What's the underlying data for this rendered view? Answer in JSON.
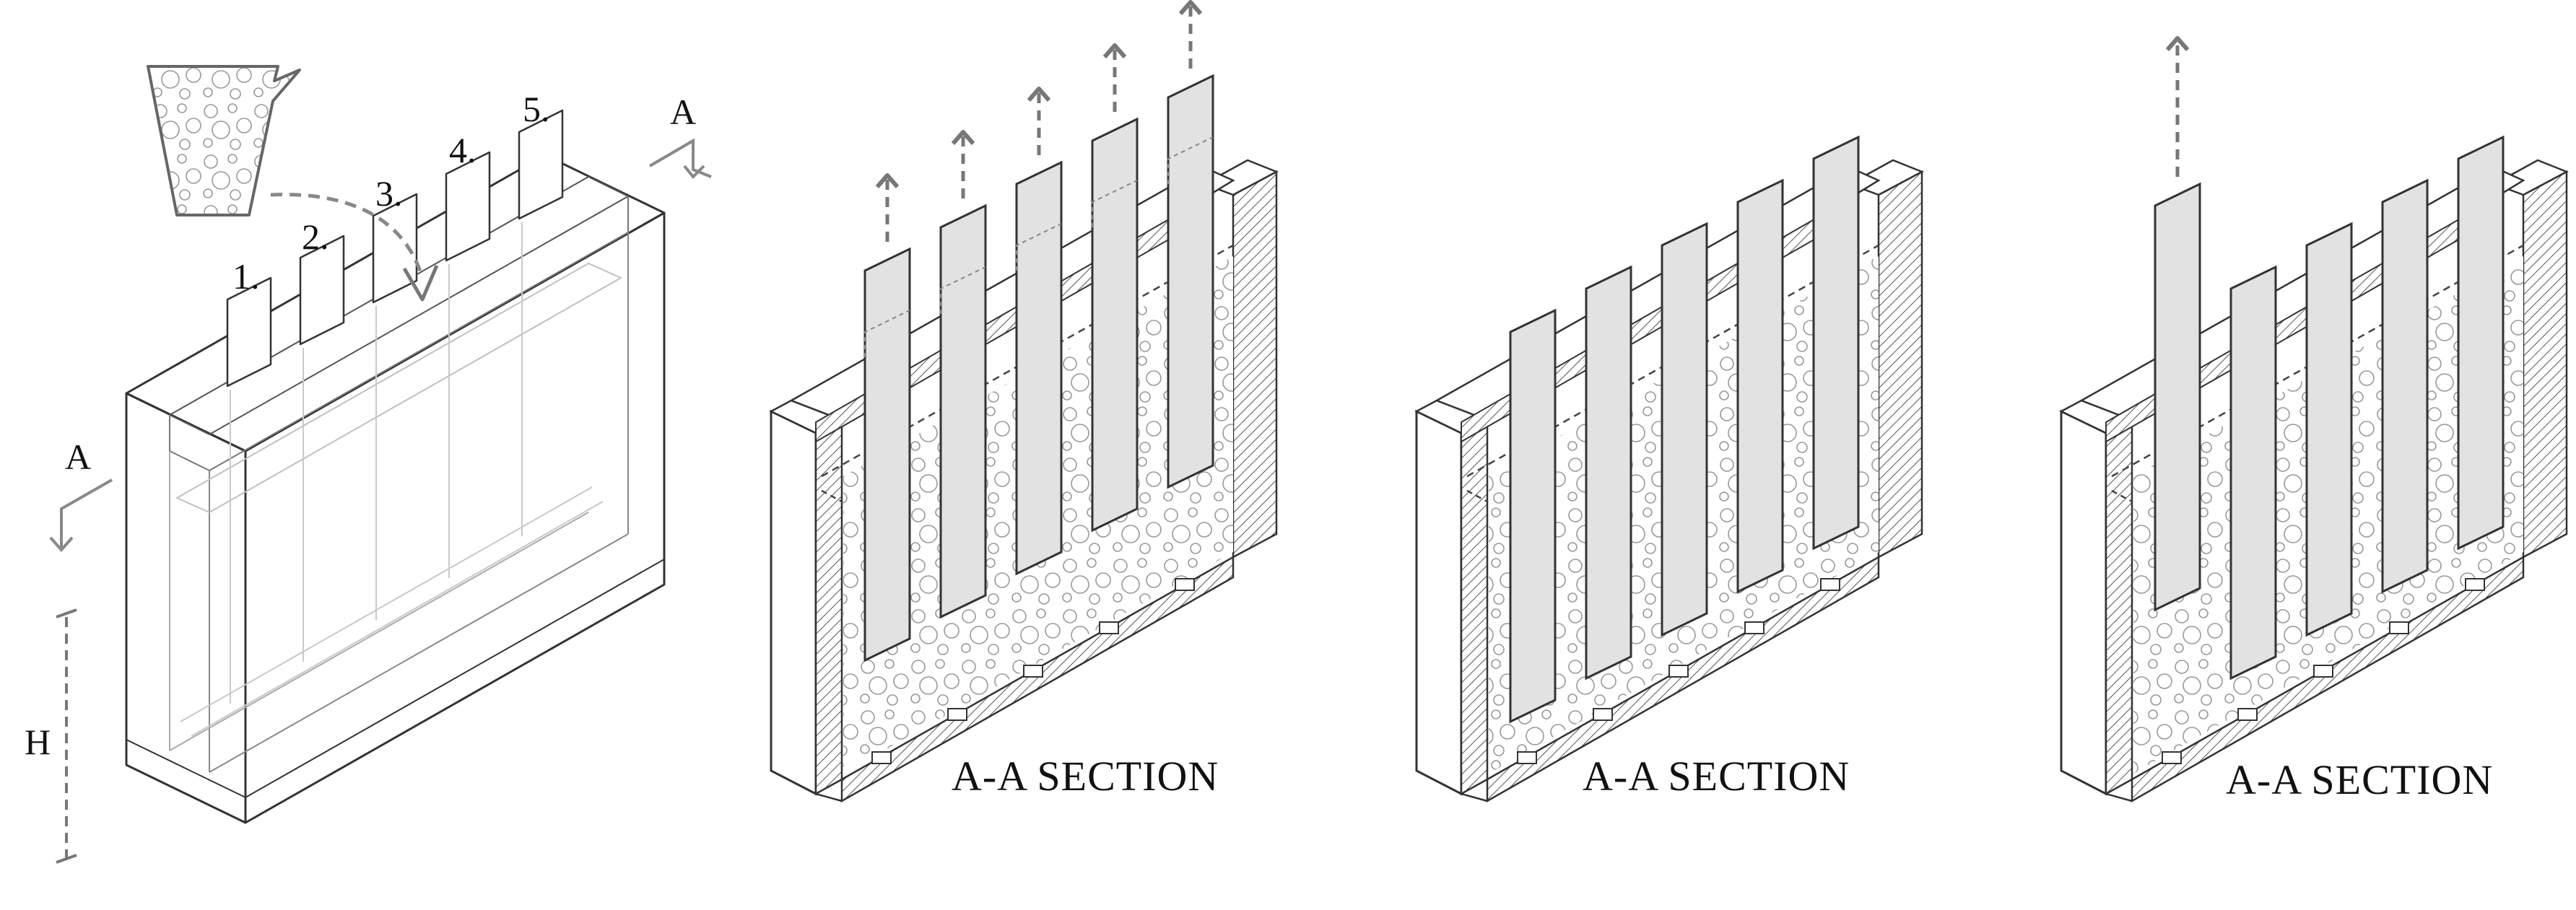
{
  "figure": {
    "step_labels": [
      "1.",
      "2.",
      "3.",
      "4.",
      "5."
    ],
    "section_marker": "A",
    "height_label": "H",
    "section_captions": [
      "A-A  SECTION",
      "A-A  SECTION",
      "A-A  SECTION"
    ]
  },
  "panels": [
    {
      "name": "perspective-view",
      "inserts_raised": [
        0,
        0,
        0,
        0,
        0
      ],
      "arrows_on": [
        0,
        0,
        0,
        0,
        0
      ]
    },
    {
      "name": "section-1",
      "inserts_raised": [
        1,
        1,
        1,
        1,
        1
      ],
      "arrows_on": [
        1,
        1,
        1,
        1,
        1
      ]
    },
    {
      "name": "section-2",
      "inserts_raised": [
        0,
        0,
        0,
        0,
        0
      ],
      "arrows_on": [
        0,
        0,
        0,
        0,
        0
      ]
    },
    {
      "name": "section-3",
      "inserts_raised": [
        1,
        0,
        0,
        0,
        0
      ],
      "arrows_on": [
        1,
        0,
        0,
        0,
        0
      ]
    }
  ],
  "colors": {
    "line": "#333333",
    "light_line": "#9a9a9a",
    "insert_fill": "#e2e2e2",
    "arrow": "#777777"
  }
}
